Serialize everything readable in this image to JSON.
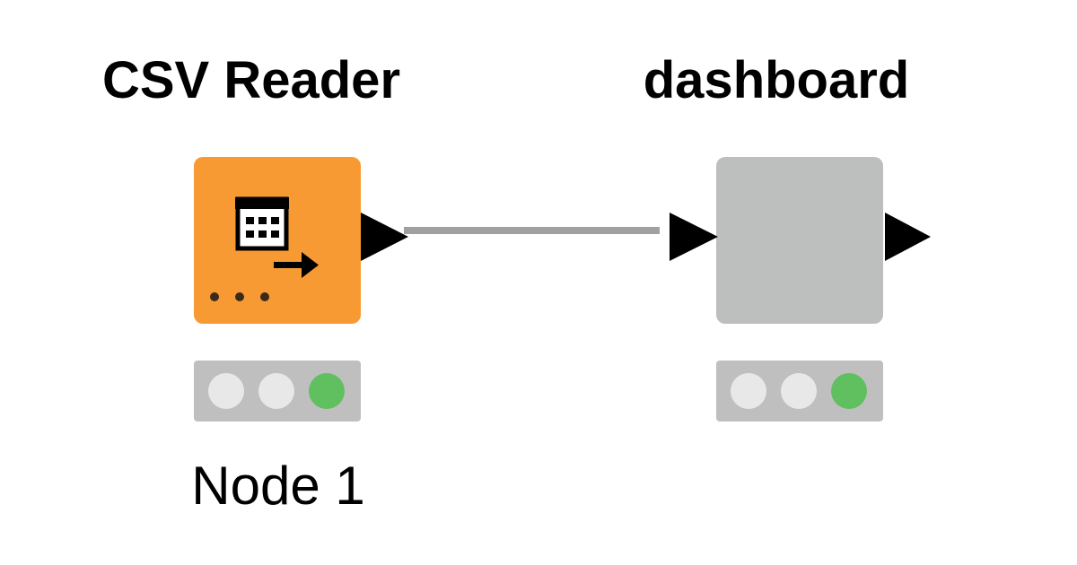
{
  "workflow": {
    "nodes": [
      {
        "title": "CSV Reader",
        "label": "Node 1",
        "color": "#f89a33",
        "icon": "csv-reader-icon",
        "status": [
          "#e8e8e8",
          "#e8e8e8",
          "#60c060"
        ]
      },
      {
        "title": "dashboard",
        "label": "",
        "color": "#bdbfbe",
        "icon": "",
        "status": [
          "#e8e8e8",
          "#e8e8e8",
          "#60c060"
        ]
      }
    ],
    "connection": {
      "color": "#a0a0a0"
    }
  }
}
